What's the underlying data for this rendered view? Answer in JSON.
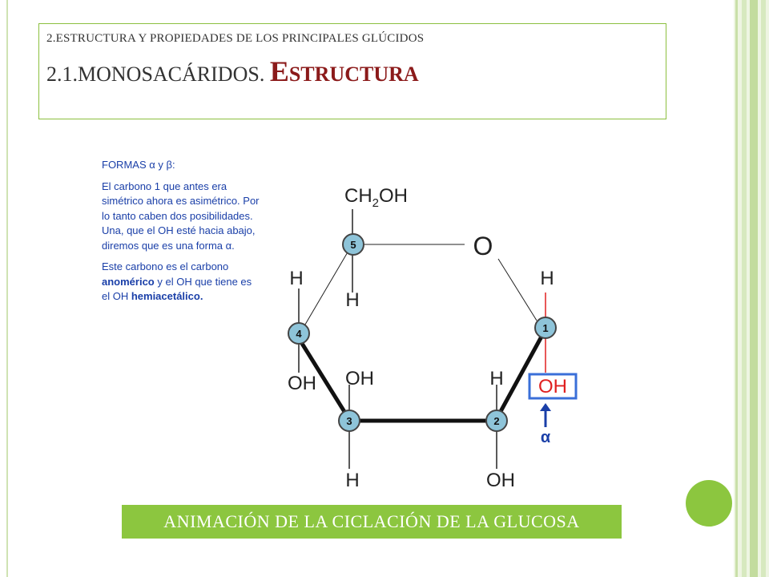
{
  "slide": {
    "title_line1": "2.ESTRUCTURA Y PROPIEDADES DE LOS PRINCIPALES GLÚCIDOS",
    "title_line2_prefix": "2.1.MONOSACÁRIDOS. ",
    "title_line2_accent": "Estructura",
    "accent_color": "#8b1a1a",
    "border_color": "#8cbf3f"
  },
  "description": {
    "heading": "FORMAS α y β:",
    "paragraph1": "El carbono 1 que antes era simétrico ahora es asimétrico. Por lo tanto caben dos posibilidades. Una, que el OH esté hacia abajo, diremos que es una forma α.",
    "paragraph2_part1": "Este carbono es el carbono ",
    "paragraph2_bold1": "anomérico",
    "paragraph2_part2": " y el OH que tiene es el OH ",
    "paragraph2_bold2": "hemiacetálico.",
    "text_color": "#1a3fa8"
  },
  "molecule": {
    "ch2oh_main": "CH",
    "ch2oh_sub": "2",
    "ch2oh_end": "OH",
    "ring_oxygen": "O",
    "carbon_labels": [
      "1",
      "2",
      "3",
      "4",
      "5"
    ],
    "c1_top": "H",
    "c1_bottom": "OH",
    "c2_top": "H",
    "c2_bottom": "OH",
    "c3_top": "OH",
    "c3_bottom": "H",
    "c4_top": "H",
    "c4_bottom": "OH",
    "c5_bottom": "H",
    "alpha_label": "α",
    "highlight_color": "#3a6fd8",
    "bond_highlight_color": "#e02020",
    "node_fill": "#8ec4d9"
  },
  "animation_button": {
    "label": "ANIMACIÓN DE LA CICLACIÓN DE LA GLUCOSA",
    "color": "#8cc63f"
  }
}
